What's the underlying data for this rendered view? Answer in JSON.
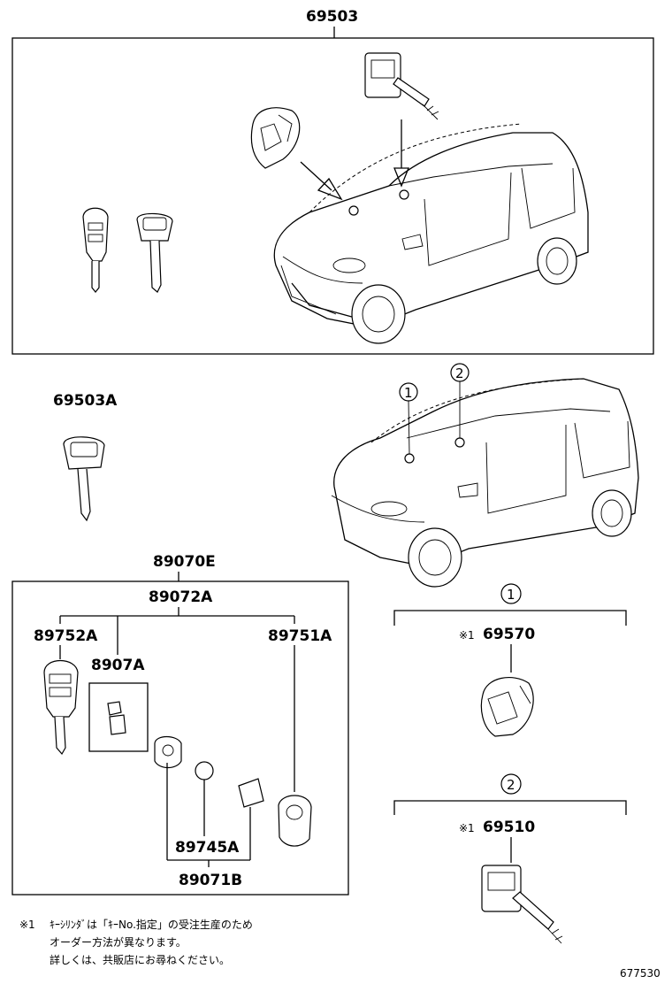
{
  "diagram": {
    "labels": {
      "top_assembly": "69503",
      "spare_key": "69503A",
      "transmitter_set": "89070E",
      "transmitter_sub": "89072A",
      "key_left": "89752A",
      "key_insert": "8907A",
      "transmitter_right": "89751A",
      "battery": "89745A",
      "case_set": "89071B",
      "door_cylinder": "69570",
      "glove_cylinder": "69510",
      "note_mark_1": "※1",
      "note_mark_2": "※1",
      "circle_1": "1",
      "circle_2": "2"
    },
    "note": {
      "mark": "※1",
      "line1": "ｷｰｼﾘﾝﾀﾞは「ｷｰNo.指定」の受注生産のため",
      "line2": "オーダー方法が異なります。",
      "line3": "詳しくは、共販店にお尋ねください。"
    },
    "drawing_code": "677530"
  }
}
